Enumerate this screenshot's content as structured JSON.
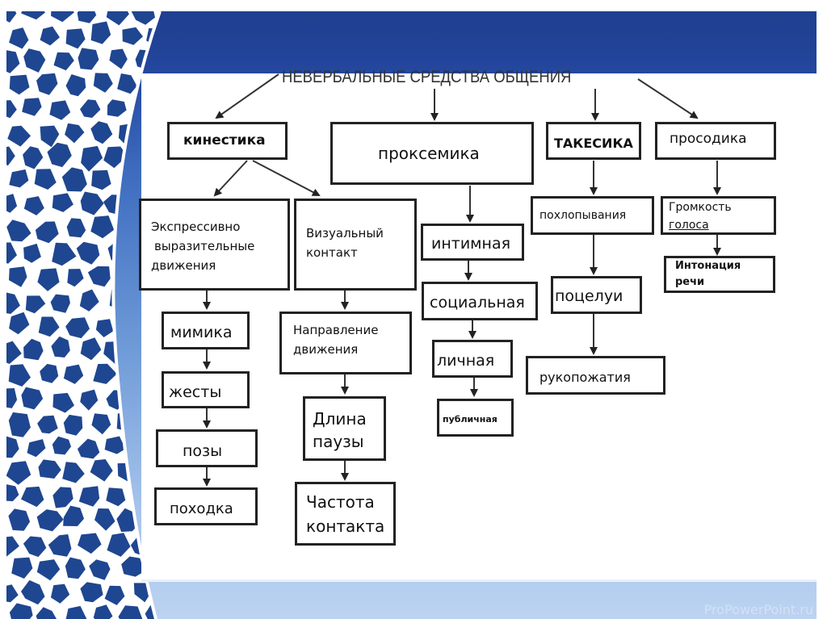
{
  "slide": {
    "title": "НЕВЕРБАЛЬНЫЕ СРЕДСТВА ОБЩЕНИЯ",
    "watermark": "ProPowerPoint.ru",
    "colors": {
      "background_dark": "#1f3f8f",
      "background_light": "#bcd3f1",
      "box_border": "#222222",
      "panel": "#ffffff"
    }
  },
  "diagram": {
    "kinesics": {
      "label": "кинестика",
      "expressive": {
        "line1": "Экспрессивно",
        "line2": "выразительные",
        "line3": "движения"
      },
      "expressive_children": [
        "мимика",
        "жесты",
        "позы",
        "походка"
      ],
      "visual": {
        "line1": "Визуальный",
        "line2": "контакт"
      },
      "visual_children": [
        {
          "line1": "Направление",
          "line2": "движения"
        },
        {
          "line1": "Длина",
          "line2": "паузы"
        },
        {
          "line1": "Частота",
          "line2": "контакта"
        }
      ]
    },
    "proxemics": {
      "label": "проксемика",
      "children": [
        "интимная",
        "социальная",
        "личная",
        "публичная"
      ]
    },
    "takesics": {
      "label": "ТАКЕСИКА",
      "children": [
        "похлопывания",
        "поцелуи",
        "рукопожатия"
      ]
    },
    "prosody": {
      "label": "просодика",
      "loudness": {
        "line1": "Громкость",
        "line2": "голоса"
      },
      "intonation": {
        "line1": "Интонация",
        "line2": "речи"
      }
    }
  }
}
